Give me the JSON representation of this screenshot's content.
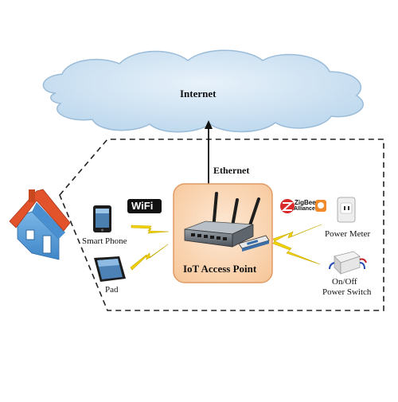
{
  "diagram": {
    "cloud_label": "Internet",
    "link_label": "Ethernet",
    "access_point_label": "IoT Access Point",
    "wifi_badge": "WiFi",
    "zigbee_badge_line1": "ZigBee",
    "zigbee_badge_line2": "Alliance",
    "devices": {
      "smart_phone": "Smart Phone",
      "pad": "Pad",
      "power_meter": "Power Meter",
      "switch_line1": "On/Off",
      "switch_line2": "Power Switch"
    },
    "colors": {
      "cloud_fill": "#cfe3f3",
      "cloud_stroke": "#9bbcd8",
      "ap_fill": "#fbd7b6",
      "ap_stroke": "#e29a62",
      "lightning": "#f2d200",
      "house_roof": "#e2532c",
      "house_wall": "#5f9fd8"
    }
  }
}
